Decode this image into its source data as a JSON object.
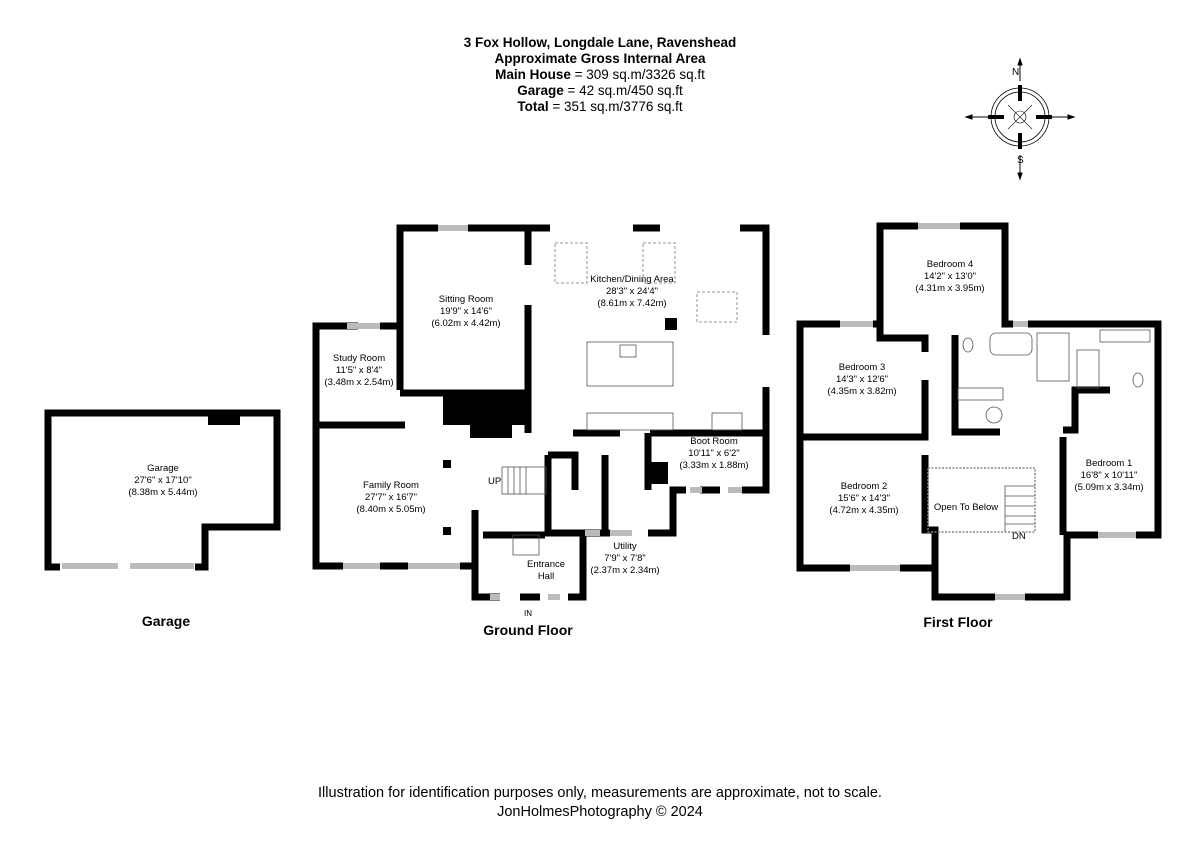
{
  "header": {
    "address": "3 Fox Hollow, Longdale Lane, Ravenshead",
    "subtitle": "Approximate Gross Internal Area",
    "areas": [
      {
        "label": "Main House",
        "value": " = 309 sq.m/3326 sq.ft"
      },
      {
        "label": "Garage",
        "value": " = 42 sq.m/450 sq.ft"
      },
      {
        "label": "Total",
        "value": " = 351 sq.m/3776 sq.ft"
      }
    ]
  },
  "compass": {
    "north": "N",
    "south": "S",
    "icon": "compass-rose-icon"
  },
  "rooms": {
    "garage": {
      "name": "Garage",
      "imperial": "27'6\" x 17'10\"",
      "metric": "(8.38m x 5.44m)"
    },
    "sitting": {
      "name": "Sitting Room",
      "imperial": "19'9\" x 14'6\"",
      "metric": "(6.02m x 4.42m)"
    },
    "kitchen": {
      "name": "Kitchen/Dining Area",
      "imperial": "28'3\" x 24'4\"",
      "metric": "(8.61m x 7.42m)"
    },
    "study": {
      "name": "Study Room",
      "imperial": "11'5\" x 8'4\"",
      "metric": "(3.48m x 2.54m)"
    },
    "family": {
      "name": "Family Room",
      "imperial": "27'7\" x 16'7\"",
      "metric": "(8.40m x 5.05m)"
    },
    "boot": {
      "name": "Boot Room",
      "imperial": "10'11\" x 6'2\"",
      "metric": "(3.33m x 1.88m)"
    },
    "utility": {
      "name": "Utility",
      "imperial": "7'9\" x 7'8\"",
      "metric": "(2.37m x 2.34m)"
    },
    "entrance": {
      "name": "Entrance",
      "name2": "Hall"
    },
    "bed4": {
      "name": "Bedroom 4",
      "imperial": "14'2\" x 13'0\"",
      "metric": "(4.31m x 3.95m)"
    },
    "bed3": {
      "name": "Bedroom 3",
      "imperial": "14'3\" x 12'6\"",
      "metric": "(4.35m x 3.82m)"
    },
    "bed2": {
      "name": "Bedroom 2",
      "imperial": "15'6\" x 14'3\"",
      "metric": "(4.72m x 4.35m)"
    },
    "bed1": {
      "name": "Bedroom 1",
      "imperial": "16'8\" x 10'11\"",
      "metric": "(5.09m x 3.34m)"
    },
    "open": {
      "name": "Open To Below"
    }
  },
  "markers": {
    "up": "UP",
    "dn": "DN",
    "in": "IN"
  },
  "floors": {
    "garage": "Garage",
    "ground": "Ground Floor",
    "first": "First Floor"
  },
  "footer": {
    "disclaimer": "Illustration for identification purposes only, measurements are approximate, not to scale.",
    "copyright": "JonHolmesPhotography © 2024"
  }
}
